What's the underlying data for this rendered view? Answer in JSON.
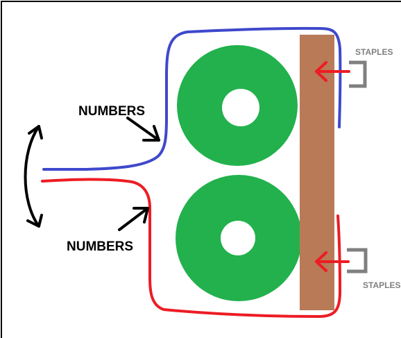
{
  "diagram": {
    "labels": {
      "numbers_top": "NUMBERS",
      "numbers_bottom": "NUMBERS",
      "staples_top": "STAPLES",
      "staples_bottom": "STAPLES"
    },
    "colors": {
      "background": "#ffffff",
      "frame": "#000000",
      "roll": "#22b14c",
      "board": "#b97a57",
      "strip_top": "#3f48cc",
      "strip_bottom": "#ed1c24",
      "arrow_red": "#ed1c24",
      "arrow_black": "#000000",
      "staple": "#7f7f7f",
      "staple_text": "#7f7f7f",
      "label_text": "#000000"
    }
  }
}
